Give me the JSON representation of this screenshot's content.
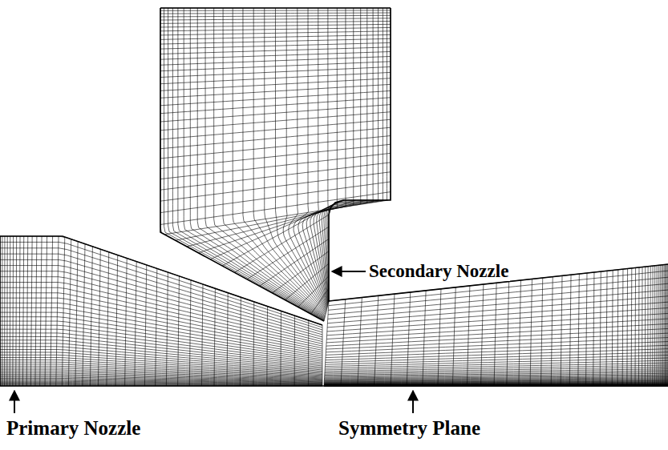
{
  "diagram": {
    "labels": [
      "Secondary Nozzle",
      "Primary Nozzle",
      "Symmetry Plane"
    ]
  }
}
